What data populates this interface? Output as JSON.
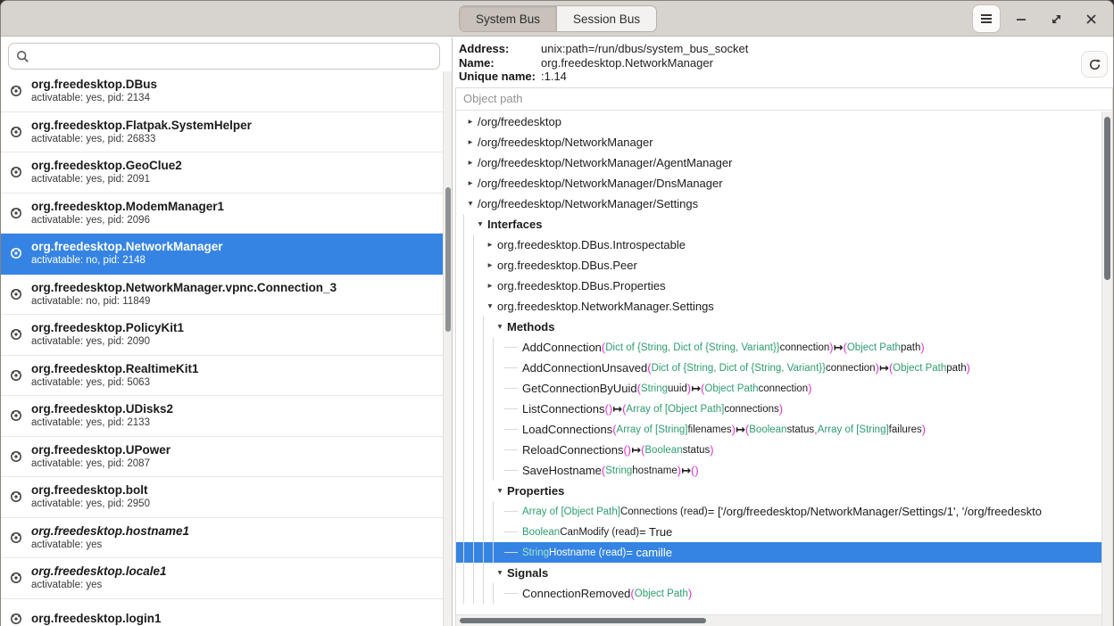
{
  "window": {
    "tabs": [
      {
        "label": "System Bus",
        "active": true
      },
      {
        "label": "Session Bus",
        "active": false
      }
    ],
    "controls": {
      "menu_icon": "hamburger",
      "minimize_icon": "line",
      "maximize_icon": "expand-arrows",
      "close_icon": "x"
    }
  },
  "icons": {
    "search": "magnifier",
    "service": "gear-badge",
    "refresh": "circular-arrow",
    "expander_open": "▾",
    "expander_closed": "▸"
  },
  "colors": {
    "selection_blue": "#3584e4",
    "type_green": "#2d9d6e",
    "punct_magenta": "#e333d6",
    "titlebar_gray": "#d7d3cf"
  },
  "sidebar": {
    "search_placeholder": "",
    "search_value": "",
    "services": [
      {
        "name": "org.freedesktop.DBus",
        "detail": "activatable: yes, pid: 2134",
        "selected": false,
        "italic": false
      },
      {
        "name": "org.freedesktop.Flatpak.SystemHelper",
        "detail": "activatable: yes, pid: 26833",
        "selected": false,
        "italic": false
      },
      {
        "name": "org.freedesktop.GeoClue2",
        "detail": "activatable: yes, pid: 2091",
        "selected": false,
        "italic": false
      },
      {
        "name": "org.freedesktop.ModemManager1",
        "detail": "activatable: yes, pid: 2096",
        "selected": false,
        "italic": false
      },
      {
        "name": "org.freedesktop.NetworkManager",
        "detail": "activatable: no, pid: 2148",
        "selected": true,
        "italic": false
      },
      {
        "name": "org.freedesktop.NetworkManager.vpnc.Connection_3",
        "detail": "activatable: no, pid: 11849",
        "selected": false,
        "italic": false
      },
      {
        "name": "org.freedesktop.PolicyKit1",
        "detail": "activatable: yes, pid: 2090",
        "selected": false,
        "italic": false
      },
      {
        "name": "org.freedesktop.RealtimeKit1",
        "detail": "activatable: yes, pid: 5063",
        "selected": false,
        "italic": false
      },
      {
        "name": "org.freedesktop.UDisks2",
        "detail": "activatable: yes, pid: 2133",
        "selected": false,
        "italic": false
      },
      {
        "name": "org.freedesktop.UPower",
        "detail": "activatable: yes, pid: 2087",
        "selected": false,
        "italic": false
      },
      {
        "name": "org.freedesktop.bolt",
        "detail": "activatable: yes, pid: 2950",
        "selected": false,
        "italic": false
      },
      {
        "name": "org.freedesktop.hostname1",
        "detail": "activatable: yes",
        "selected": false,
        "italic": true
      },
      {
        "name": "org.freedesktop.locale1",
        "detail": "activatable: yes",
        "selected": false,
        "italic": true
      },
      {
        "name": "org.freedesktop.login1",
        "detail": "",
        "selected": false,
        "italic": false
      }
    ]
  },
  "details": {
    "rows": [
      {
        "label": "Address:",
        "value": "unix:path=/run/dbus/system_bus_socket"
      },
      {
        "label": "Name:",
        "value": "org.freedesktop.NetworkManager"
      },
      {
        "label": "Unique name:",
        "value": ":1.14"
      }
    ],
    "column_header": "Object path",
    "tree": [
      {
        "depth": 0,
        "exp": "c",
        "tokens": [
          {
            "t": "name",
            "s": "/org/freedesktop"
          }
        ]
      },
      {
        "depth": 0,
        "exp": "c",
        "tokens": [
          {
            "t": "name",
            "s": "/org/freedesktop/NetworkManager"
          }
        ]
      },
      {
        "depth": 0,
        "exp": "c",
        "tokens": [
          {
            "t": "name",
            "s": "/org/freedesktop/NetworkManager/AgentManager"
          }
        ]
      },
      {
        "depth": 0,
        "exp": "c",
        "tokens": [
          {
            "t": "name",
            "s": "/org/freedesktop/NetworkManager/DnsManager"
          }
        ]
      },
      {
        "depth": 0,
        "exp": "o",
        "tokens": [
          {
            "t": "name",
            "s": "/org/freedesktop/NetworkManager/Settings"
          }
        ]
      },
      {
        "depth": 1,
        "exp": "o",
        "bold": true,
        "tokens": [
          {
            "t": "name",
            "s": "Interfaces"
          }
        ]
      },
      {
        "depth": 2,
        "exp": "c",
        "tokens": [
          {
            "t": "name",
            "s": "org.freedesktop.DBus.Introspectable"
          }
        ]
      },
      {
        "depth": 2,
        "exp": "c",
        "tokens": [
          {
            "t": "name",
            "s": "org.freedesktop.DBus.Peer"
          }
        ]
      },
      {
        "depth": 2,
        "exp": "c",
        "tokens": [
          {
            "t": "name",
            "s": "org.freedesktop.DBus.Properties"
          }
        ]
      },
      {
        "depth": 2,
        "exp": "o",
        "tokens": [
          {
            "t": "name",
            "s": "org.freedesktop.NetworkManager.Settings"
          }
        ]
      },
      {
        "depth": 3,
        "exp": "o",
        "bold": true,
        "tokens": [
          {
            "t": "name",
            "s": "Methods"
          }
        ]
      },
      {
        "depth": 4,
        "tokens": [
          {
            "t": "name",
            "s": "AddConnection "
          },
          {
            "t": "p",
            "s": "("
          },
          {
            "t": "type",
            "s": "Dict of {String, Dict of {String, Variant}}"
          },
          {
            "t": "arg",
            "s": " connection"
          },
          {
            "t": "p",
            "s": ")"
          },
          {
            "t": "arrow",
            "s": " ↦ "
          },
          {
            "t": "p",
            "s": "("
          },
          {
            "t": "type",
            "s": "Object Path"
          },
          {
            "t": "arg",
            "s": " path"
          },
          {
            "t": "p",
            "s": ")"
          }
        ]
      },
      {
        "depth": 4,
        "tokens": [
          {
            "t": "name",
            "s": "AddConnectionUnsaved "
          },
          {
            "t": "p",
            "s": "("
          },
          {
            "t": "type",
            "s": "Dict of {String, Dict of {String, Variant}}"
          },
          {
            "t": "arg",
            "s": " connection"
          },
          {
            "t": "p",
            "s": ")"
          },
          {
            "t": "arrow",
            "s": " ↦ "
          },
          {
            "t": "p",
            "s": "("
          },
          {
            "t": "type",
            "s": "Object Path"
          },
          {
            "t": "arg",
            "s": " path"
          },
          {
            "t": "p",
            "s": ")"
          }
        ]
      },
      {
        "depth": 4,
        "tokens": [
          {
            "t": "name",
            "s": "GetConnectionByUuid "
          },
          {
            "t": "p",
            "s": "("
          },
          {
            "t": "type",
            "s": "String"
          },
          {
            "t": "arg",
            "s": " uuid"
          },
          {
            "t": "p",
            "s": ")"
          },
          {
            "t": "arrow",
            "s": " ↦ "
          },
          {
            "t": "p",
            "s": "("
          },
          {
            "t": "type",
            "s": "Object Path"
          },
          {
            "t": "arg",
            "s": " connection"
          },
          {
            "t": "p",
            "s": ")"
          }
        ]
      },
      {
        "depth": 4,
        "tokens": [
          {
            "t": "name",
            "s": "ListConnections "
          },
          {
            "t": "p",
            "s": "()"
          },
          {
            "t": "arrow",
            "s": " ↦ "
          },
          {
            "t": "p",
            "s": "("
          },
          {
            "t": "type",
            "s": "Array of [Object Path]"
          },
          {
            "t": "arg",
            "s": " connections"
          },
          {
            "t": "p",
            "s": ")"
          }
        ]
      },
      {
        "depth": 4,
        "tokens": [
          {
            "t": "name",
            "s": "LoadConnections "
          },
          {
            "t": "p",
            "s": "("
          },
          {
            "t": "type",
            "s": "Array of [String]"
          },
          {
            "t": "arg",
            "s": " filenames"
          },
          {
            "t": "p",
            "s": ")"
          },
          {
            "t": "arrow",
            "s": " ↦ "
          },
          {
            "t": "p",
            "s": "("
          },
          {
            "t": "type",
            "s": "Boolean"
          },
          {
            "t": "arg",
            "s": " status"
          },
          {
            "t": "p",
            "s": ", "
          },
          {
            "t": "type",
            "s": "Array of [String]"
          },
          {
            "t": "arg",
            "s": " failures"
          },
          {
            "t": "p",
            "s": ")"
          }
        ]
      },
      {
        "depth": 4,
        "tokens": [
          {
            "t": "name",
            "s": "ReloadConnections "
          },
          {
            "t": "p",
            "s": "()"
          },
          {
            "t": "arrow",
            "s": " ↦ "
          },
          {
            "t": "p",
            "s": "("
          },
          {
            "t": "type",
            "s": "Boolean"
          },
          {
            "t": "arg",
            "s": " status"
          },
          {
            "t": "p",
            "s": ")"
          }
        ]
      },
      {
        "depth": 4,
        "tokens": [
          {
            "t": "name",
            "s": "SaveHostname "
          },
          {
            "t": "p",
            "s": "("
          },
          {
            "t": "type",
            "s": "String"
          },
          {
            "t": "arg",
            "s": " hostname"
          },
          {
            "t": "p",
            "s": ")"
          },
          {
            "t": "arrow",
            "s": " ↦ "
          },
          {
            "t": "p",
            "s": "()"
          }
        ]
      },
      {
        "depth": 3,
        "exp": "o",
        "bold": true,
        "tokens": [
          {
            "t": "name",
            "s": "Properties"
          }
        ]
      },
      {
        "depth": 4,
        "tokens": [
          {
            "t": "type",
            "s": "Array of [Object Path]"
          },
          {
            "t": "arg",
            "s": " Connections (read)"
          },
          {
            "t": "val",
            "s": " = ['/org/freedesktop/NetworkManager/Settings/1', '/org/freedeskto"
          }
        ]
      },
      {
        "depth": 4,
        "tokens": [
          {
            "t": "type",
            "s": "Boolean"
          },
          {
            "t": "arg",
            "s": " CanModify (read)"
          },
          {
            "t": "val",
            "s": " = True"
          }
        ]
      },
      {
        "depth": 4,
        "selected": true,
        "tokens": [
          {
            "t": "type",
            "s": "String"
          },
          {
            "t": "arg",
            "s": " Hostname (read)"
          },
          {
            "t": "val",
            "s": " = camille"
          }
        ]
      },
      {
        "depth": 3,
        "exp": "o",
        "bold": true,
        "tokens": [
          {
            "t": "name",
            "s": "Signals"
          }
        ]
      },
      {
        "depth": 4,
        "tokens": [
          {
            "t": "name",
            "s": "ConnectionRemoved "
          },
          {
            "t": "p",
            "s": "("
          },
          {
            "t": "type",
            "s": "Object Path"
          },
          {
            "t": "p",
            "s": ")"
          }
        ]
      }
    ]
  }
}
